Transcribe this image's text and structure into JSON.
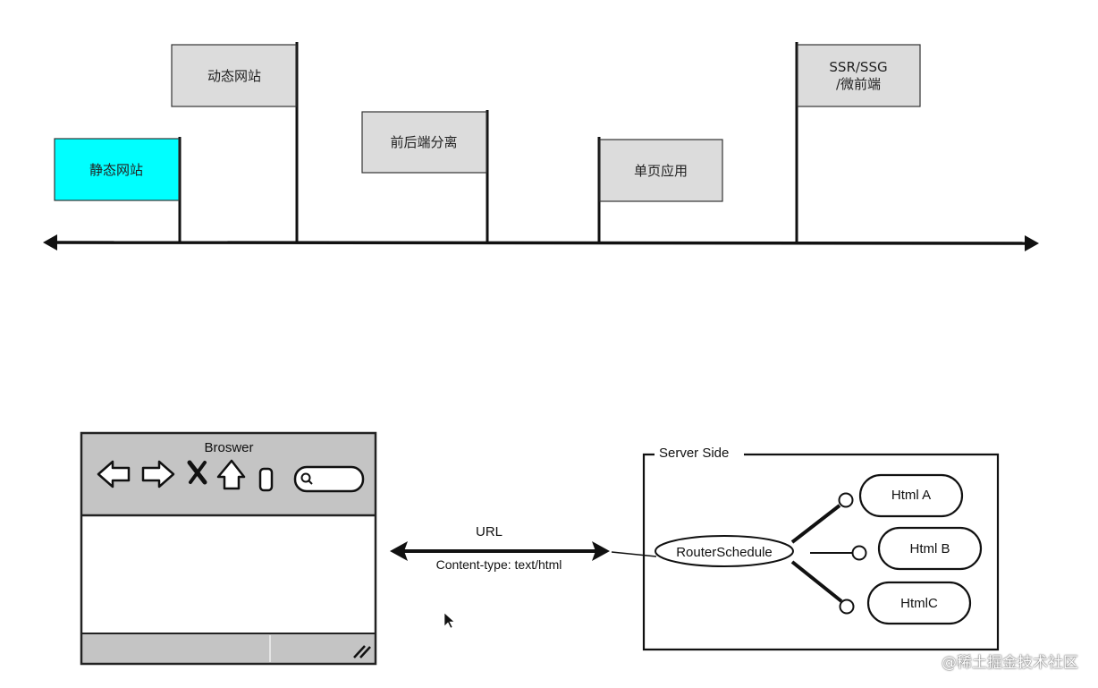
{
  "timeline": {
    "milestones": [
      {
        "label": "静态网站",
        "color": "#00ffff"
      },
      {
        "label": "动态网站",
        "color": "#dcdcdc"
      },
      {
        "label": "前后端分离",
        "color": "#dcdcdc"
      },
      {
        "label": "单页应用",
        "color": "#dcdcdc"
      },
      {
        "label_line1": "SSR/SSG",
        "label_line2": "/微前端",
        "color": "#dcdcdc"
      }
    ]
  },
  "browser": {
    "title": "Broswer",
    "toolbar_color": "#c4c4c4",
    "icons": [
      "back-arrow-icon",
      "forward-arrow-icon",
      "close-x-icon",
      "home-icon",
      "tab-icon",
      "search-icon"
    ]
  },
  "connection": {
    "top_label": "URL",
    "bottom_label": "Content-type: text/html"
  },
  "server": {
    "title": "Server Side",
    "router": "RouterSchedule",
    "pages": [
      "Html A",
      "Html B",
      "HtmlC"
    ]
  },
  "watermark": "@稀土掘金技术社区"
}
